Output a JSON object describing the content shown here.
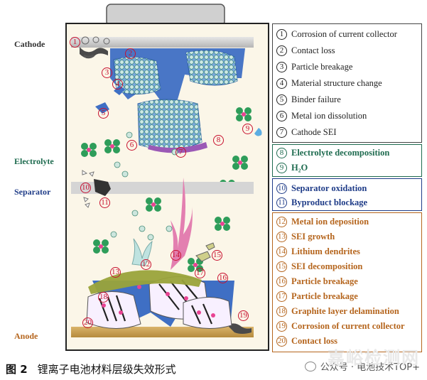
{
  "side_labels": {
    "cathode": "Cathode",
    "electrolyte": "Electrolyte",
    "separator": "Separator",
    "anode": "Anode"
  },
  "legend_cathode": [
    {
      "num": "1",
      "text": "Corrosion of current collector"
    },
    {
      "num": "2",
      "text": "Contact loss"
    },
    {
      "num": "3",
      "text": "Particle breakage"
    },
    {
      "num": "4",
      "text": "Material structure change"
    },
    {
      "num": "5",
      "text": "Binder failure"
    },
    {
      "num": "6",
      "text": "Metal ion dissolution"
    },
    {
      "num": "7",
      "text": "Cathode SEI"
    }
  ],
  "legend_electrolyte": [
    {
      "num": "8",
      "text": "Electrolyte decomposition"
    },
    {
      "num": "9",
      "text": "H₂O"
    }
  ],
  "legend_separator": [
    {
      "num": "10",
      "text": "Separator oxidation"
    },
    {
      "num": "11",
      "text": "Byproduct blockage"
    }
  ],
  "legend_anode": [
    {
      "num": "12",
      "text": "Metal ion deposition"
    },
    {
      "num": "13",
      "text": "SEI growth"
    },
    {
      "num": "14",
      "text": "Lithium dendrites"
    },
    {
      "num": "15",
      "text": "SEI decomposition"
    },
    {
      "num": "16",
      "text": "Particle breakage"
    },
    {
      "num": "17",
      "text": "Particle breakage"
    },
    {
      "num": "18",
      "text": "Graphite layer delamination"
    },
    {
      "num": "19",
      "text": "Corrosion of current collector"
    },
    {
      "num": "20",
      "text": "Contact loss"
    }
  ],
  "diagram_markers": [
    "1",
    "2",
    "3",
    "4",
    "5",
    "6",
    "7",
    "8",
    "9",
    "10",
    "11",
    "12",
    "13",
    "14",
    "15",
    "16",
    "17",
    "18",
    "19",
    "20"
  ],
  "caption": {
    "figure": "图 2",
    "title": "锂离子电池材料层级失效形式"
  },
  "watermark": {
    "account": "公众号 · 电池技术TOP+",
    "site": "嘉峪检测网"
  },
  "colors": {
    "cathode_black": "#222222",
    "electrolyte_green": "#1e6b4f",
    "separator_blue": "#1f3c88",
    "anode_orange": "#b5651d",
    "marker_red": "#c8102e"
  }
}
